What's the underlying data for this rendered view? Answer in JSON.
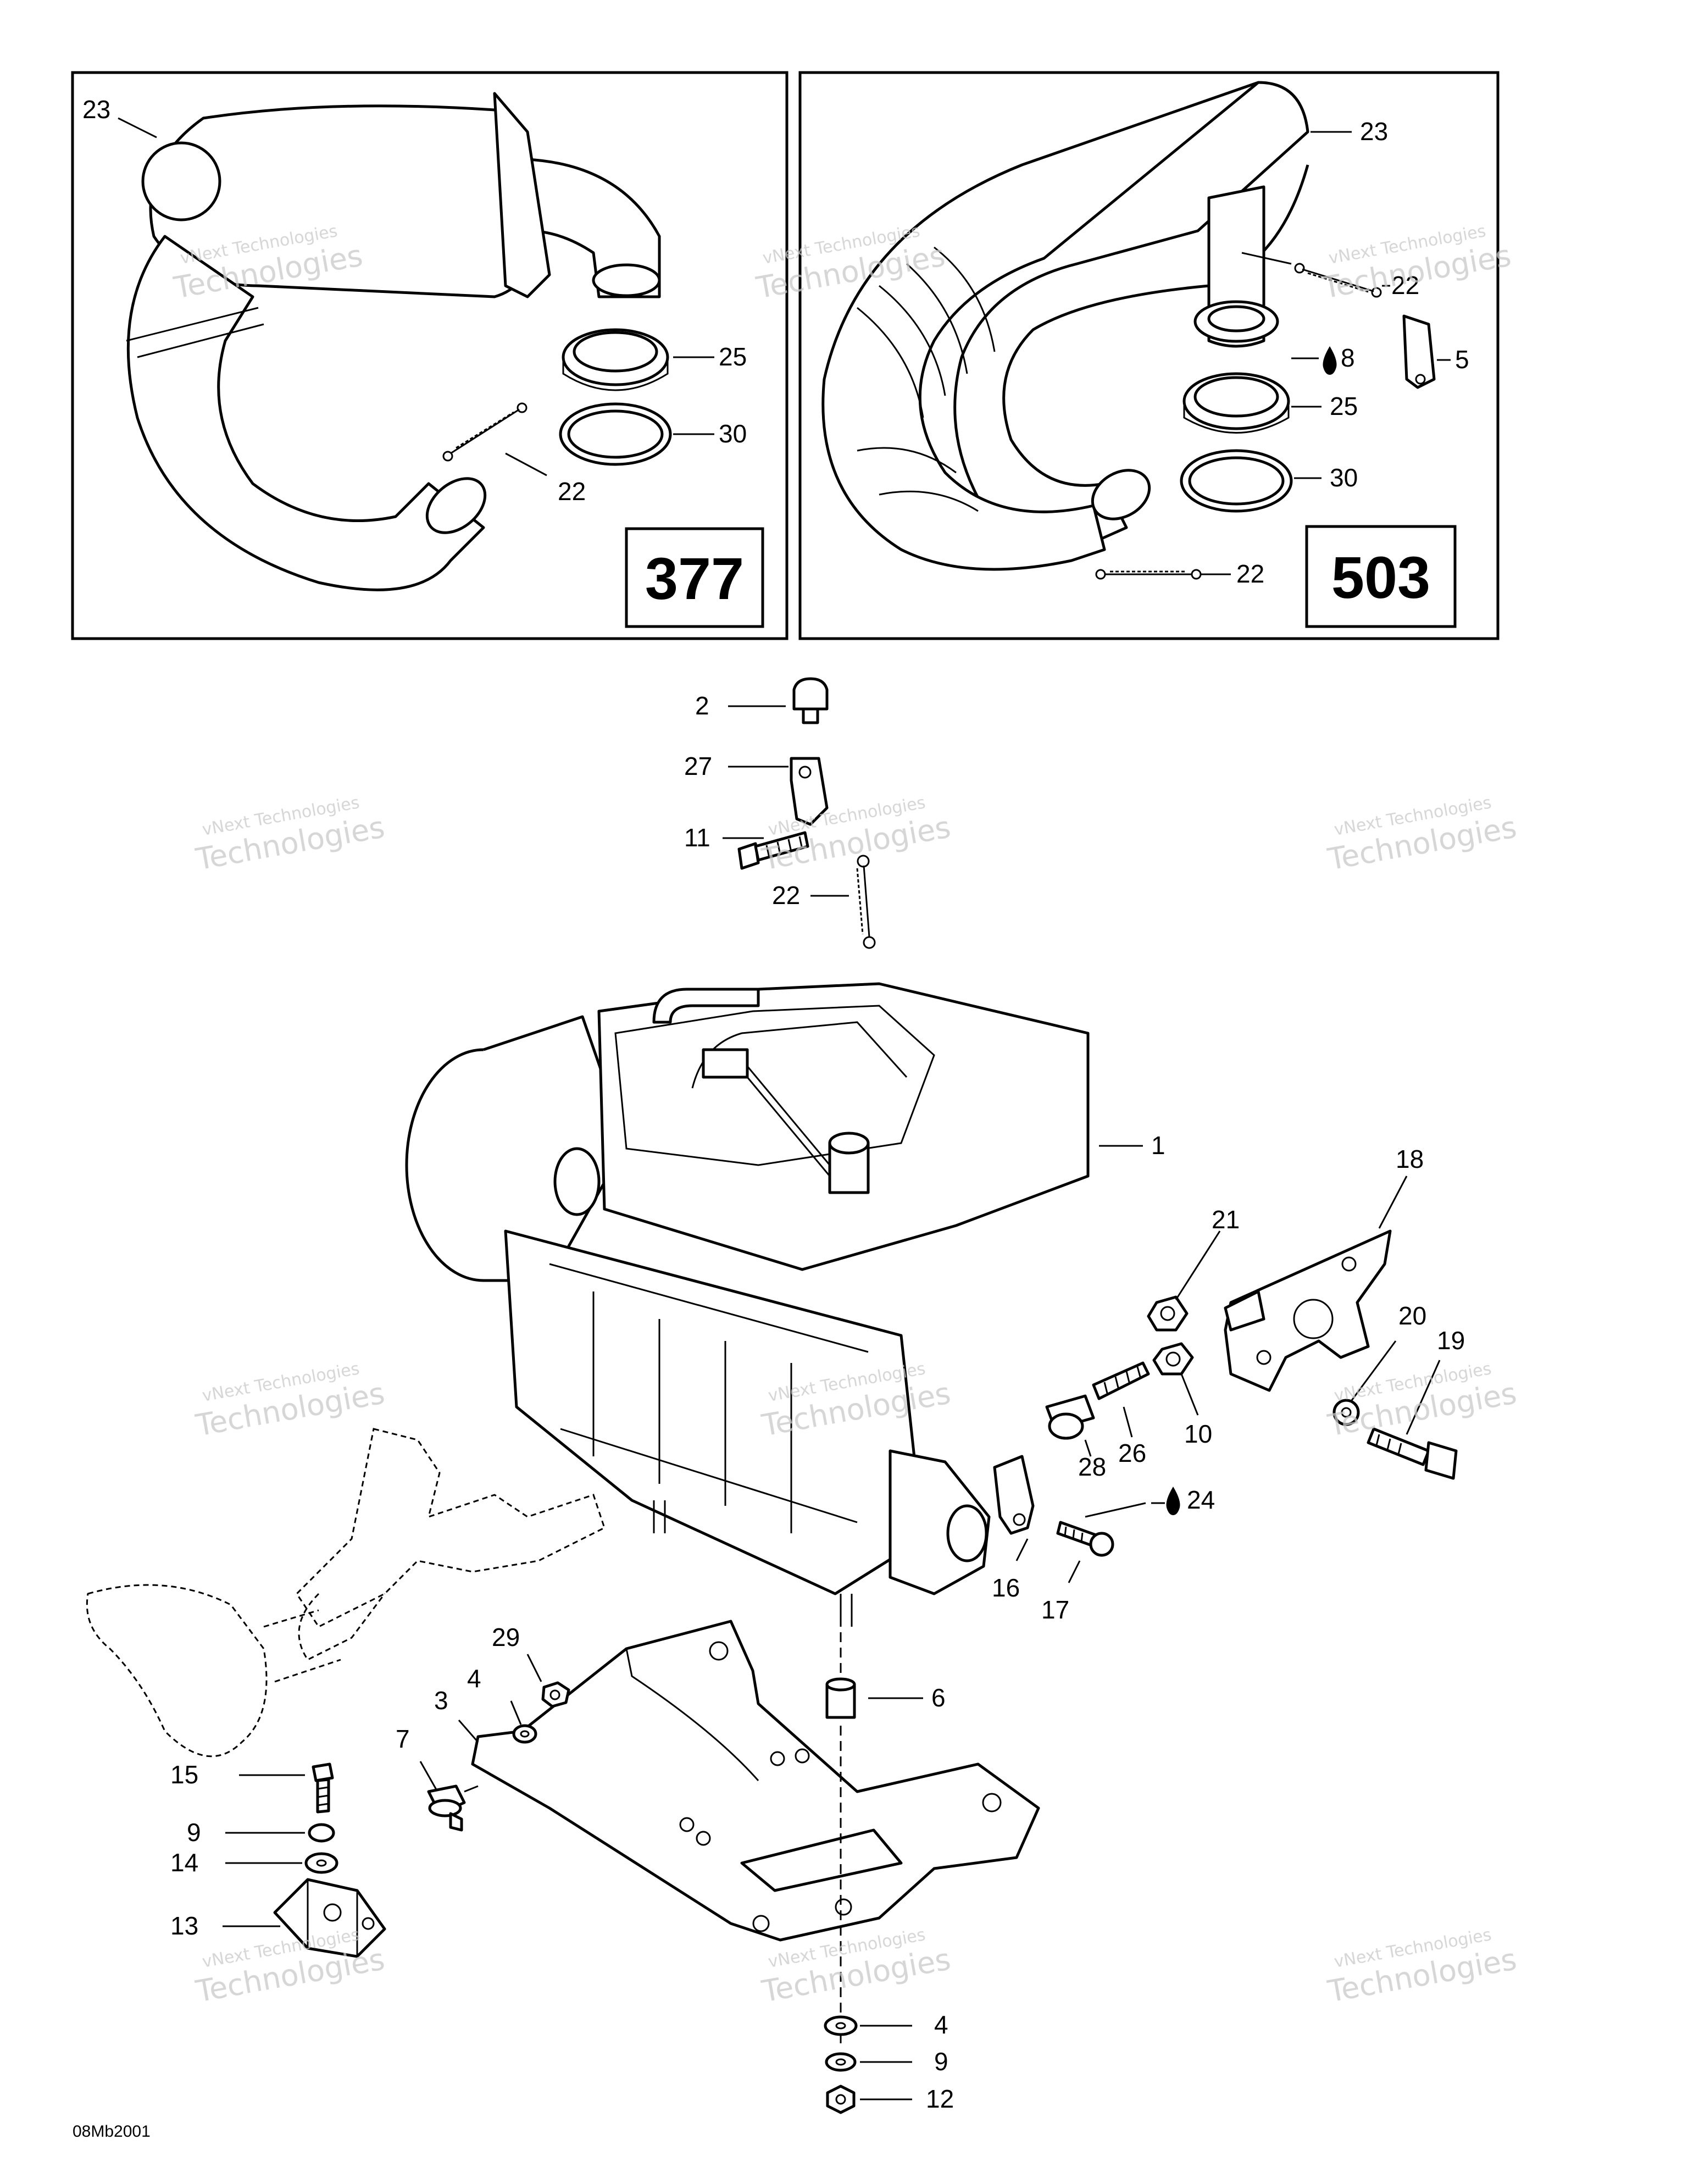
{
  "panels": [
    {
      "model": "377",
      "callouts": [
        "23",
        "25",
        "30",
        "22"
      ]
    },
    {
      "model": "503",
      "callouts": [
        "23",
        "22",
        "8",
        "5",
        "25",
        "30",
        "22"
      ]
    }
  ],
  "main_callouts": [
    "2",
    "27",
    "11",
    "22",
    "1",
    "18",
    "21",
    "20",
    "19",
    "10",
    "26",
    "28",
    "24",
    "16",
    "17",
    "29",
    "4",
    "3",
    "6",
    "7",
    "15",
    "9",
    "14",
    "13",
    "4",
    "9",
    "12"
  ],
  "oil_icon": "oil-drop-icon",
  "watermark": {
    "line1": "vNext Technologies",
    "line2": "Technologies"
  },
  "drawing_code": "08Mb2001"
}
